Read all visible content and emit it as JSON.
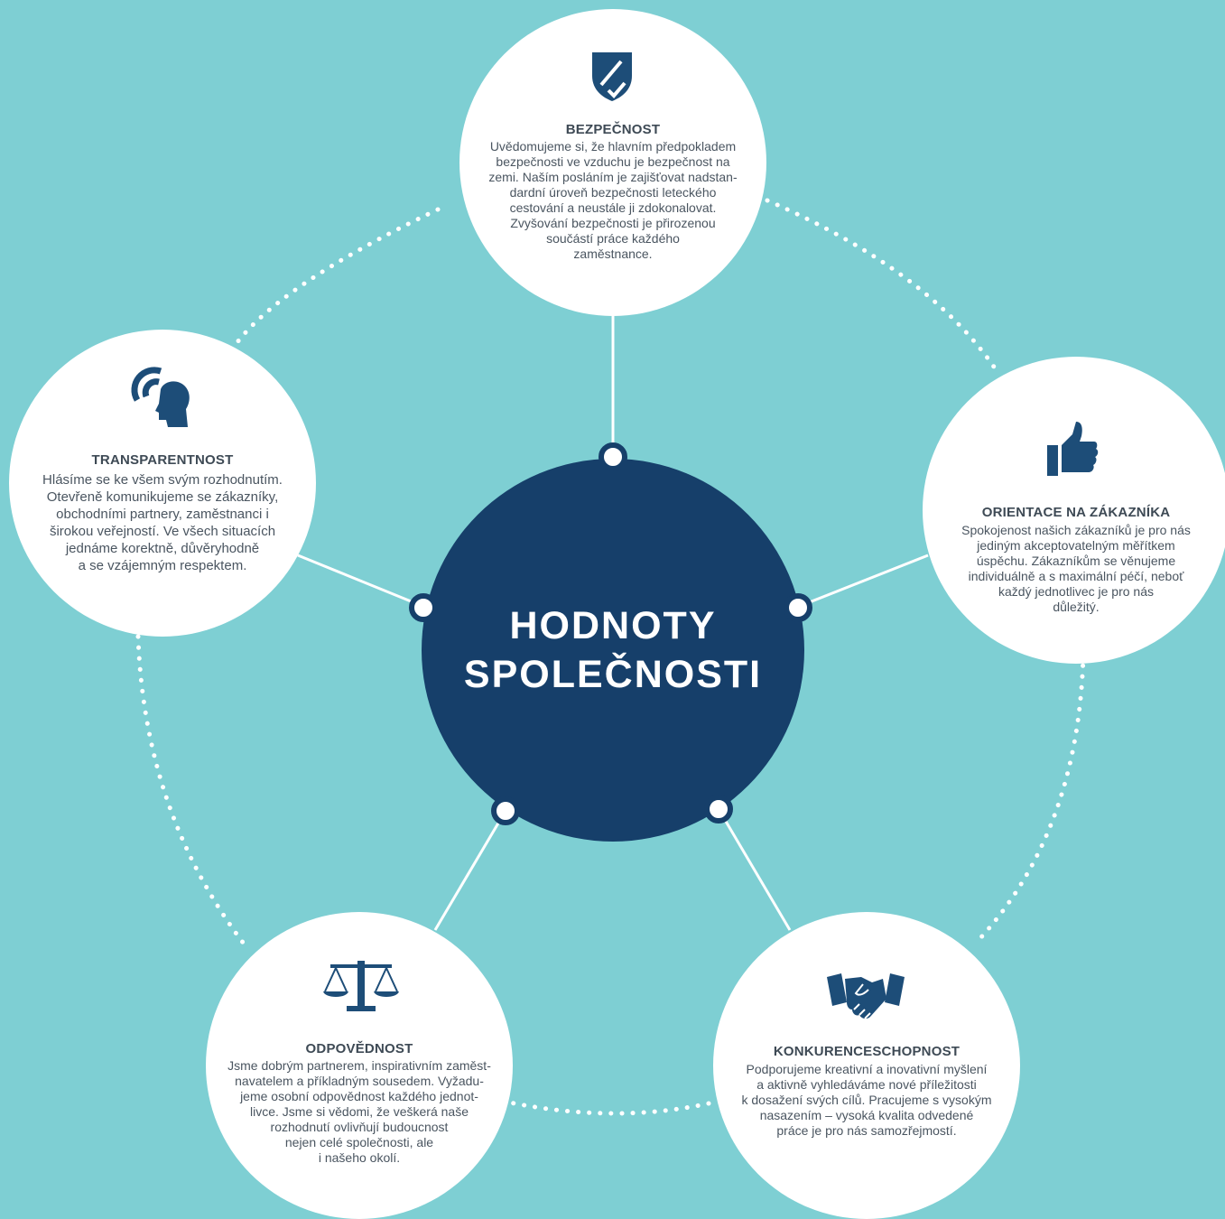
{
  "center": {
    "line1": "HODNOTY",
    "line2": "SPOLEČNOSTI"
  },
  "values": {
    "bezpecnost": {
      "icon": "shield-check-icon",
      "title": "BEZPEČNOST",
      "text": "Uvědomujeme si, že hlavním předpokladem\nbezpečnosti ve vzduchu je bezpečnost na\nzemi. Naším posláním je zajišťovat nadstan-\ndardní úroveň bezpečnosti leteckého\ncestování a neustále ji zdokonalovat.\nZvyšování bezpečnosti je přirozenou\nsoučástí práce každého\nzaměstnance."
    },
    "transparentnost": {
      "icon": "speaking-head-icon",
      "title": "TRANSPARENTNOST",
      "text": "Hlásíme se ke všem svým rozhodnutím.\nOtevřeně komunikujeme se zákazníky,\nobchodními partnery, zaměstnanci i\nširokou veřejností. Ve všech situacích\njednáme korektně, důvěryhodně\na se vzájemným respektem."
    },
    "orientace": {
      "icon": "thumbs-up-icon",
      "title": "ORIENTACE NA ZÁKAZNÍKA",
      "text": "Spokojenost našich zákazníků je pro nás\njediným akceptovatelným měřítkem\núspěchu. Zákazníkům se věnujeme\nindividuálně a s maximální péčí, neboť\nkaždý jednotlivec je pro nás\ndůležitý."
    },
    "odpovednost": {
      "icon": "scales-icon",
      "title": "ODPOVĚDNOST",
      "text": "Jsme dobrým partnerem, inspirativním zaměst-\nnavatelem a příkladným sousedem. Vyžadu-\njeme osobní odpovědnost každého jednot-\nlivce. Jsme si vědomi, že veškerá naše\nrozhodnutí ovlivňují budoucnost\nnejen celé společnosti, ale\ni našeho okolí."
    },
    "konkurenceschopnost": {
      "icon": "handshake-icon",
      "title": "KONKURENCESCHOPNOST",
      "text": "Podporujeme kreativní a inovativní myšlení\na aktivně vyhledáváme nové příležitosti\nk dosažení svých cílů. Pracujeme s vysokým\nnasazením – vysoká kvalita odvedené\npráce je pro nás samozřejmostí."
    }
  },
  "colors": {
    "background": "#7ecfd3",
    "center": "#163f6a",
    "icon": "#1d4d78"
  }
}
